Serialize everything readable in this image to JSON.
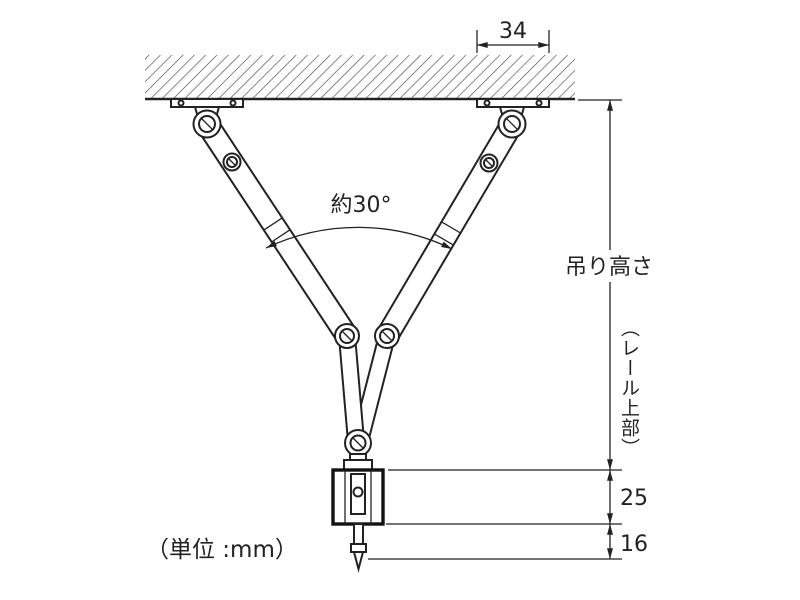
{
  "diagram": {
    "unit_note": "（単位 :mm）",
    "dimensions": {
      "bracket_width": "34",
      "angle": "約30°",
      "hanging_height": "吊り高さ",
      "hanging_height_note": "（レール上部）",
      "rail_height": "25",
      "hook_drop": "16"
    },
    "colors": {
      "line": "#222222",
      "hatch": "#4a4a4a",
      "bold_outline": "#111111",
      "background": "#ffffff"
    }
  }
}
